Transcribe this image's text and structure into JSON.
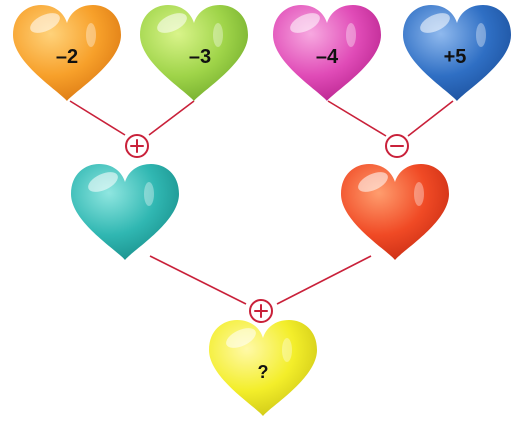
{
  "puzzle": {
    "top_hearts": [
      {
        "label": "–2",
        "color": "orange",
        "light": "#ffd27a",
        "base": "#f7a02a",
        "dark": "#d87410"
      },
      {
        "label": "–3",
        "color": "green",
        "light": "#d9f48a",
        "base": "#9fd449",
        "dark": "#6fa92a"
      },
      {
        "label": "–4",
        "color": "pink",
        "light": "#f7a8e0",
        "base": "#e04bb7",
        "dark": "#b4208a"
      },
      {
        "label": "+5",
        "color": "blue",
        "light": "#8fb9ee",
        "base": "#2f6fc4",
        "dark": "#1a4d98"
      }
    ],
    "middle_hearts": [
      {
        "label": "",
        "color": "teal",
        "light": "#8fe6e0",
        "base": "#30b7b2",
        "dark": "#178b87"
      },
      {
        "label": "",
        "color": "red",
        "light": "#ff9d6e",
        "base": "#f04a25",
        "dark": "#c52a12"
      }
    ],
    "result_heart": {
      "label": "?",
      "color": "yellow",
      "light": "#fff9a8",
      "base": "#f3ee2a",
      "dark": "#c9c214"
    },
    "operators": {
      "left": "plus",
      "right": "minus",
      "bottom": "plus"
    },
    "line_color": "#c9213a"
  }
}
